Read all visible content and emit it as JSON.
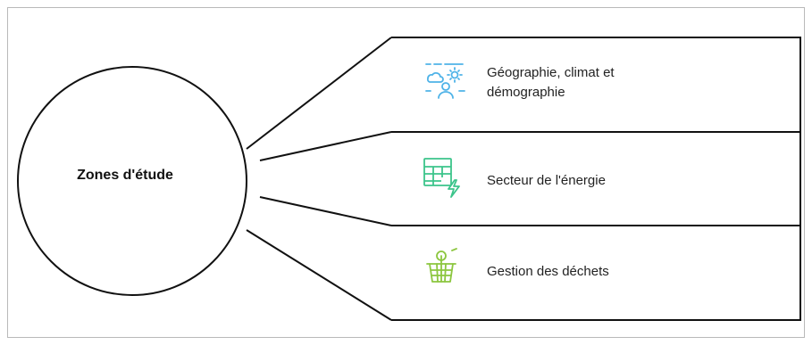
{
  "center": {
    "label": "Zones d'étude"
  },
  "items": [
    {
      "label_line1": "Géographie, climat et",
      "label_line2": "démographie",
      "icon": "geography-climate-demography-icon",
      "color": "#4fb3e8"
    },
    {
      "label_line1": "Secteur de l'énergie",
      "icon": "energy-grid-lightning-icon",
      "color": "#3cc48b"
    },
    {
      "label_line1": "Gestion des déchets",
      "icon": "waste-bin-icon",
      "color": "#8cc63f"
    }
  ]
}
